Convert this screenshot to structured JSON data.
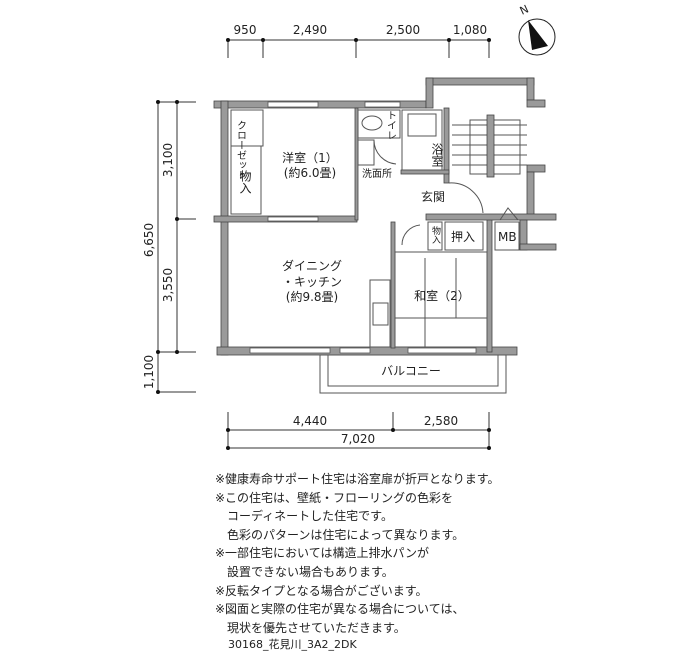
{
  "dimensions": {
    "top": [
      "950",
      "2,490",
      "2,500",
      "1,080"
    ],
    "left": [
      "6,650",
      "3,100",
      "3,550",
      "1,100"
    ],
    "bottom": [
      "4,440",
      "2,580",
      "7,020"
    ]
  },
  "compass": {
    "label": "N"
  },
  "rooms": {
    "closet": "クローゼット",
    "storage1": "物入",
    "western_room": "洋室（1）",
    "western_room_size": "(約6.0畳)",
    "toilet": "トイレ",
    "bath": "浴室",
    "washroom": "洗面所",
    "entrance": "玄関",
    "storage2": "物入",
    "oshiire": "押入",
    "mb": "MB",
    "dk_line1": "ダイニング",
    "dk_line2": "・キッチン",
    "dk_size": "(約9.8畳)",
    "japanese_room": "和室（2）",
    "balcony": "バルコニー"
  },
  "notes": [
    "※健康寿命サポート住宅は浴室扉が折戸となります。",
    "※この住宅は、壁紙・フローリングの色彩を",
    "　コーディネートした住宅です。",
    "　色彩のパターンは住宅によって異なります。",
    "※一部住宅においては構造上排水パンが",
    "　設置できない場合もあります。",
    "※反転タイプとなる場合がございます。",
    "※図面と実際の住宅が異なる場合については、",
    "　現状を優先させていただきます。"
  ],
  "footer": "30168_花見川_3A2_2DK"
}
